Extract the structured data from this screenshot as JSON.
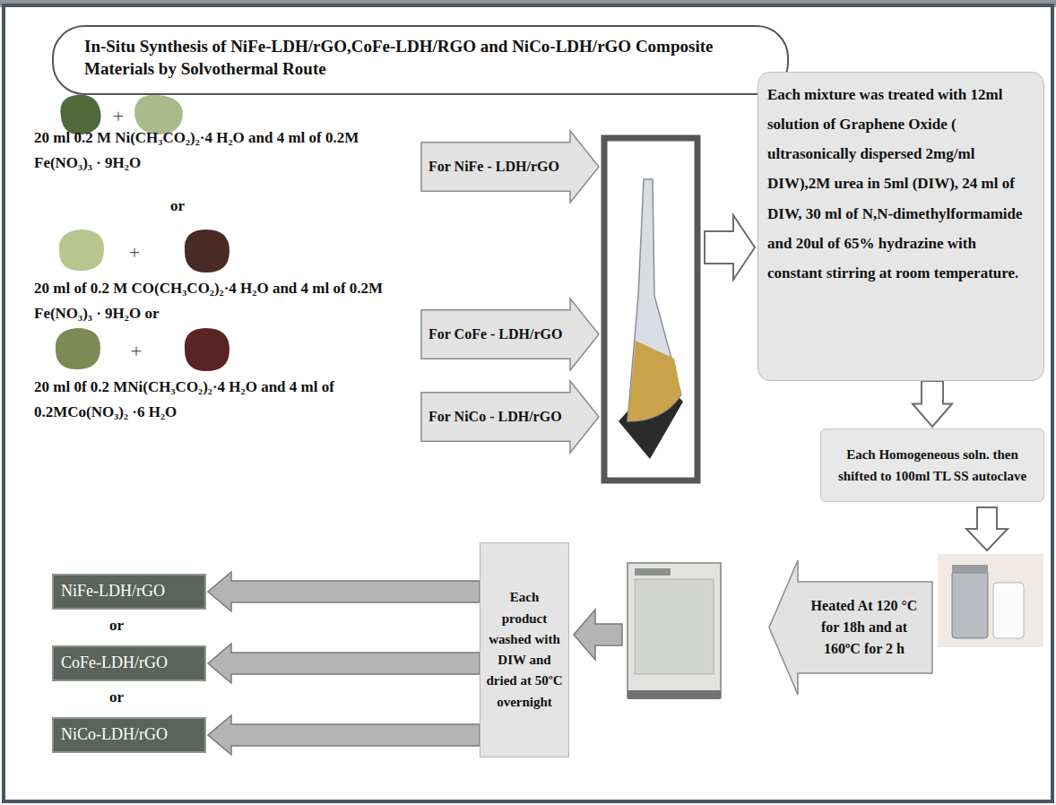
{
  "diagram": {
    "title": "In-Situ Synthesis of NiFe-LDH/rGO,CoFe-LDH/RGO and NiCo-LDH/rGO Composite Materials by Solvothermal Route",
    "nodes": [
      {
        "text": [
          "In-Situ Synthesis of NiFe-LDH/rGO,CoFe-LDH/RGO and NiCo-LDH/rGO Composite Materials by Solvothermal Route"
        ]
      },
      {
        "text": [
          "For NiFe - LDH/rGO"
        ]
      },
      {
        "text": [
          "For CoFe - LDH/rGO"
        ]
      },
      {
        "text": [
          "For NiCo - LDH/rGO"
        ]
      },
      {
        "text": [
          "Each mixture was treated with 12ml solution of Graphene Oxide ( ultrasonically dispersed 2mg/ml DIW),2M urea in 5ml (DIW), 24 ml of DIW, 30 ml of N,N-dimethylformamide and 20ul of 65% hydrazine with constant stirring at room temperature."
        ]
      },
      {
        "text": [
          "Each Homogeneous soln. then shifted to 100ml TL SS autoclave"
        ]
      },
      {
        "text": [
          "Heated At 120 °C for 18h and at 160ºC for 2 h"
        ]
      },
      {
        "text": [
          "Each product washed with DIW and dried at 50ºC overnight"
        ]
      },
      {
        "text": [
          "NiFe-LDH/rGO"
        ]
      },
      {
        "text": [
          "CoFe-LDH/rGO"
        ]
      },
      {
        "text": [
          "NiCo-LDH/rGO"
        ]
      }
    ],
    "edges": [
      {
        "from": 4,
        "to": 5,
        "arrow": "to"
      },
      {
        "from": 7,
        "to": 8,
        "arrow": "to"
      },
      {
        "from": 7,
        "to": 9,
        "arrow": "to"
      },
      {
        "from": 7,
        "to": 10,
        "arrow": "to"
      }
    ],
    "labels": [
      "+",
      "20 ml 0.2 M Ni(CH₃CO₂)₂·4 H₂O and 4 ml of 0.2M Fe(NO₃)₃ · 9H₂O",
      "or",
      "+",
      "20 ml of 0.2 M CO(CH₃CO₂)₂·4 H₂O and 4 ml of 0.2M Fe(NO₃)₃ · 9H₂O or",
      "+",
      "20 ml 0f 0.2 MNi(CH₃CO₂)₂·4 H₂O and 4 ml of 0.2MCo(NO₃)₂ ·6 H₂O",
      "or",
      "or"
    ]
  }
}
